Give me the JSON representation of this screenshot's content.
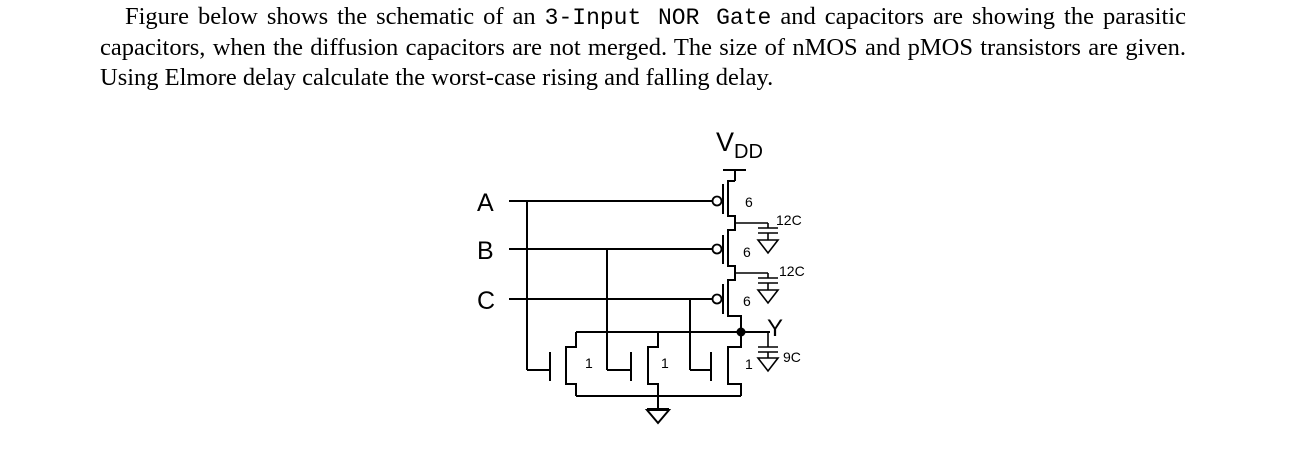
{
  "question": {
    "intro": "Figure below shows the schematic of an ",
    "gate_name": "3-Input NOR Gate",
    "rest": " and capacitors are showing the parasitic capacitors, when the diffusion capacitors are not merged. The size of nMOS and pMOS transistors are given. Using Elmore delay calculate the worst-case rising and falling delay."
  },
  "schematic": {
    "supply": {
      "main": "V",
      "sub": "DD"
    },
    "inputs": [
      "A",
      "B",
      "C"
    ],
    "output": "Y",
    "pmos_sizes": [
      "6",
      "6",
      "6"
    ],
    "nmos_sizes": [
      "1",
      "1",
      "1"
    ],
    "caps": [
      "12C",
      "12C",
      "9C"
    ]
  }
}
